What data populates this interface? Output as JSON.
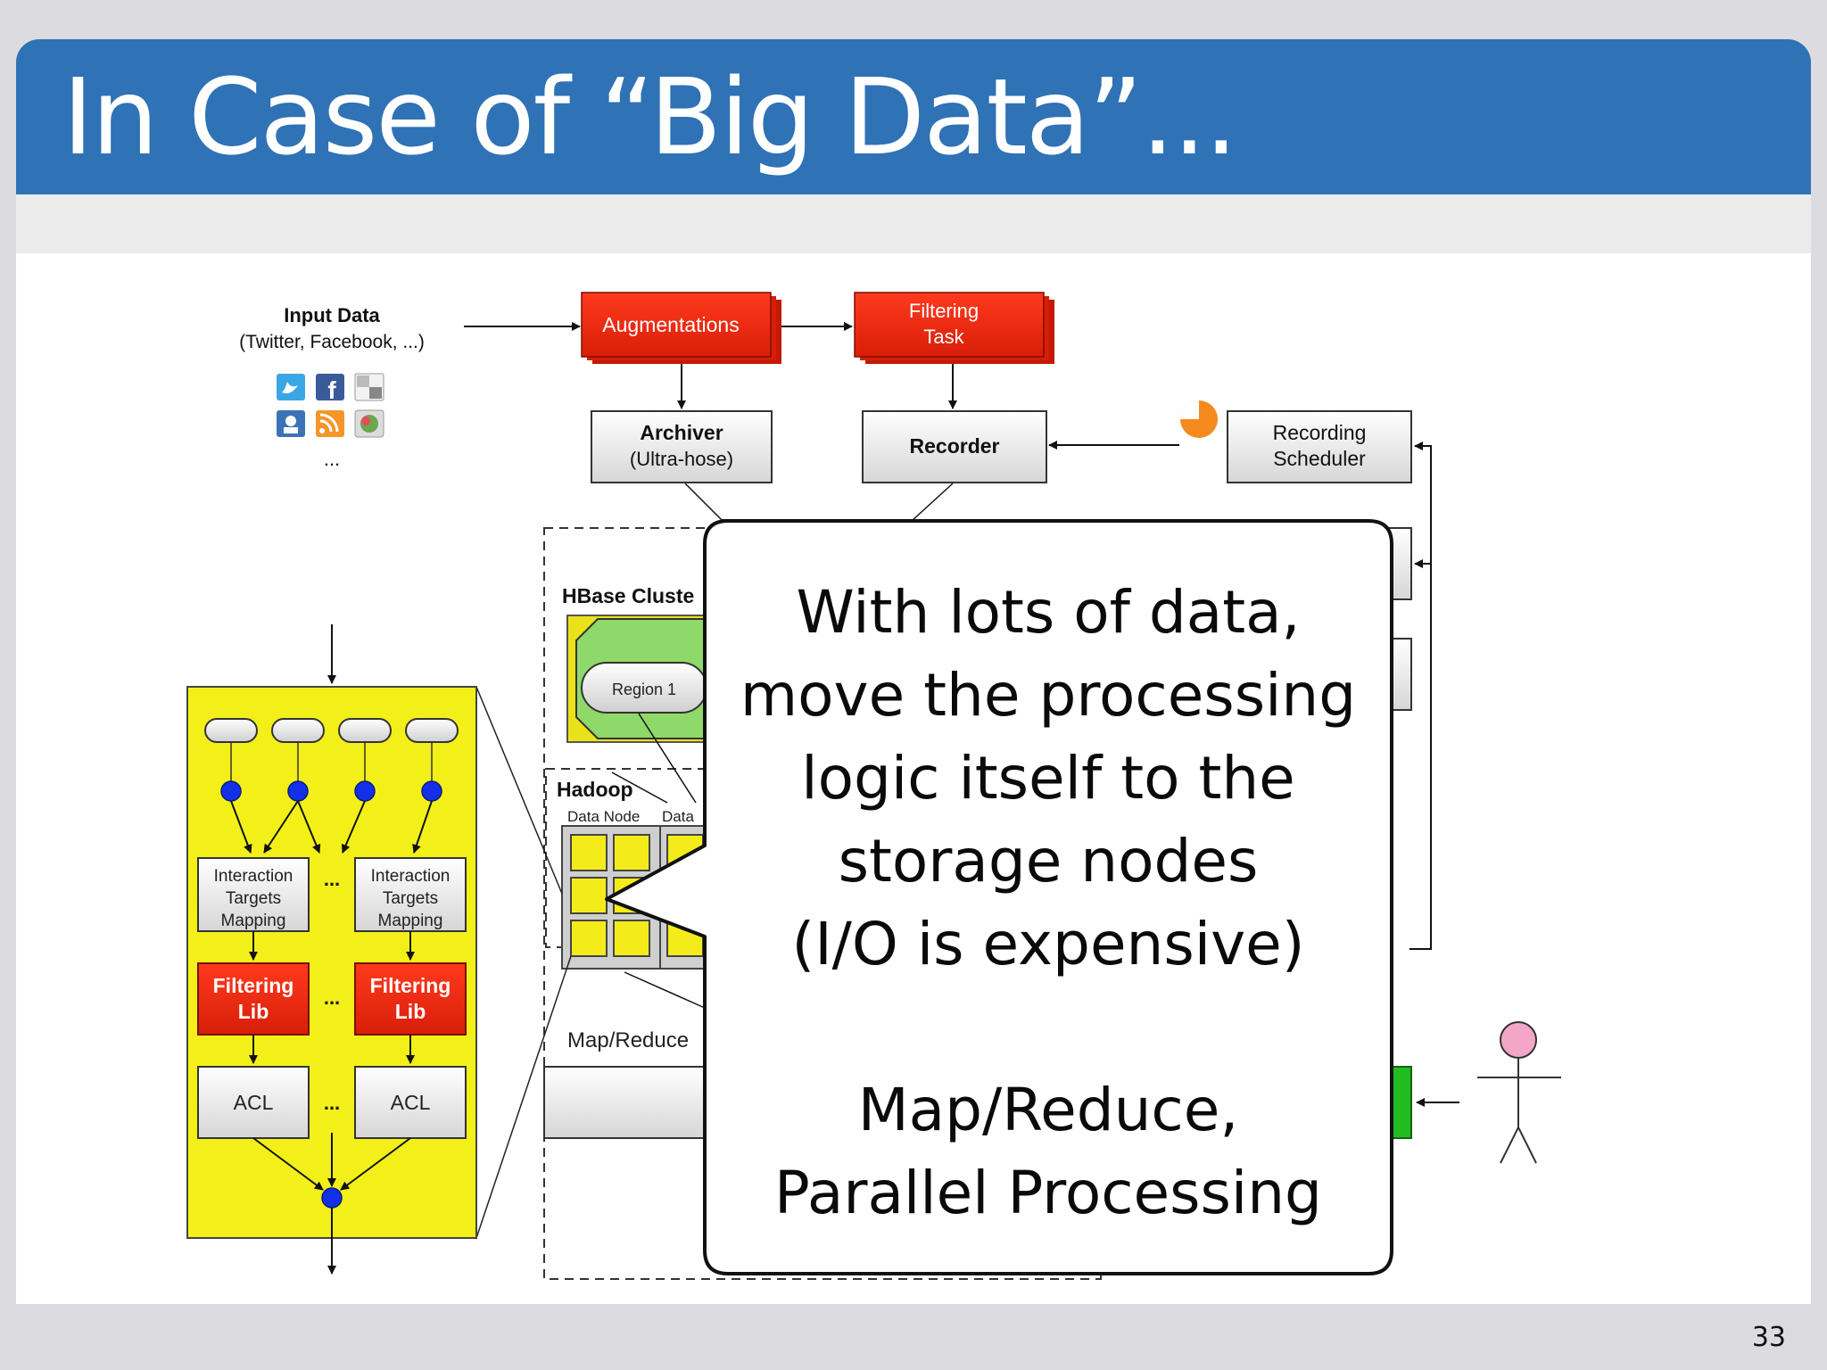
{
  "slide": {
    "title": "In Case of “Big Data”...",
    "page_number": "33"
  },
  "diagram": {
    "input": {
      "title": "Input Data",
      "sources": "(Twitter, Facebook, ...)",
      "more": "...",
      "icons": [
        "twitter-icon",
        "facebook-icon",
        "delicious-icon",
        "myspace-icon",
        "rss-icon",
        "flickr-icon"
      ]
    },
    "augmentations": "Augmentations",
    "filtering_task": {
      "line1": "Filtering",
      "line2": "Task"
    },
    "archiver": {
      "line1": "Archiver",
      "line2": "(Ultra-hose)"
    },
    "recorder": "Recorder",
    "recording_scheduler": {
      "line1": "Recording",
      "line2": "Scheduler"
    },
    "hbase": {
      "label": "HBase Cluste",
      "region": "Region 1"
    },
    "hadoop": {
      "label": "Hadoop",
      "node1": "Data Node",
      "node2": "Data"
    },
    "mapreduce": "Map/Reduce",
    "pipeline": {
      "mapping": {
        "line1": "Interaction",
        "line2": "Targets",
        "line3": "Mapping"
      },
      "filter_lib": {
        "line1": "Filtering",
        "line2": "Lib"
      },
      "acl": "ACL",
      "ellipsis": "..."
    }
  },
  "callout": {
    "lines": [
      "With lots of data,",
      "move the processing",
      "logic itself to the",
      "storage nodes",
      "(I/O is expensive)"
    ],
    "lines2": [
      "Map/Reduce,",
      "Parallel Processing"
    ]
  },
  "colors": {
    "header": "#2f72b5",
    "red_box": "#e8260f",
    "yellow_panel": "#f2f018",
    "green_region": "#8fd86a",
    "user_head": "#f4a6c8",
    "scheduler_icon": "#f58a1f",
    "hadoop_node": "#f3ec1a",
    "green_tab": "#22bb22"
  }
}
